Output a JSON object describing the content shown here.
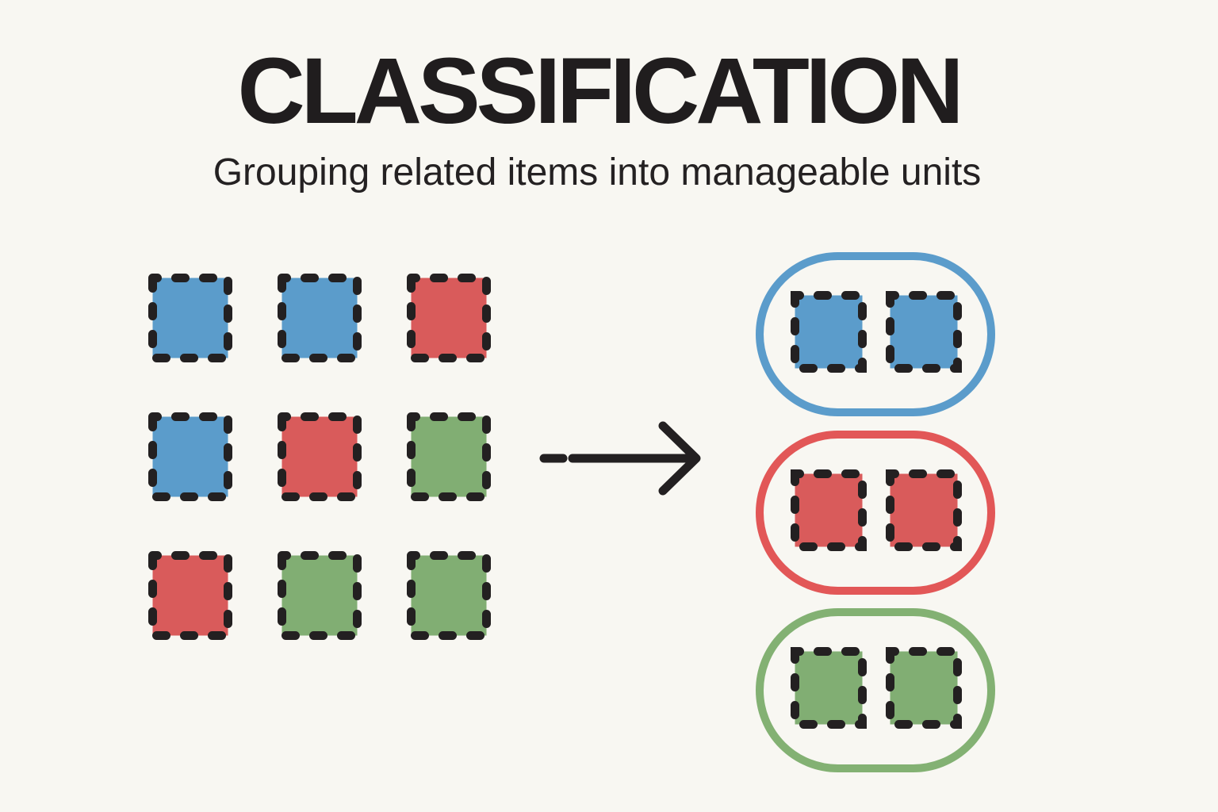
{
  "header": {
    "title": "CLASSIFICATION",
    "subtitle": "Grouping related items into manageable units"
  },
  "palette": {
    "background": "#f8f7f2",
    "ink": "#232021",
    "blue": "#5b9ccb",
    "red": "#d95b5b",
    "green": "#81ae73"
  },
  "diagram": {
    "grid": {
      "rows": 3,
      "cols": 3,
      "cells": [
        {
          "color": "blue",
          "hex": "#5b9ccb"
        },
        {
          "color": "blue",
          "hex": "#5b9ccb"
        },
        {
          "color": "red",
          "hex": "#d95b5b"
        },
        {
          "color": "blue",
          "hex": "#5b9ccb"
        },
        {
          "color": "red",
          "hex": "#d95b5b"
        },
        {
          "color": "green",
          "hex": "#81ae73"
        },
        {
          "color": "red",
          "hex": "#d95b5b"
        },
        {
          "color": "green",
          "hex": "#81ae73"
        },
        {
          "color": "green",
          "hex": "#81ae73"
        }
      ]
    },
    "arrow": {
      "direction": "right",
      "hex": "#232021"
    },
    "groups": [
      {
        "name": "blue-group",
        "border_hex": "#5b9ccb",
        "item_hex": "#5b9ccb",
        "item_count": 2
      },
      {
        "name": "red-group",
        "border_hex": "#e25757",
        "item_hex": "#d95b5b",
        "item_count": 2
      },
      {
        "name": "green-group",
        "border_hex": "#83b173",
        "item_hex": "#81ae73",
        "item_count": 2
      }
    ]
  }
}
